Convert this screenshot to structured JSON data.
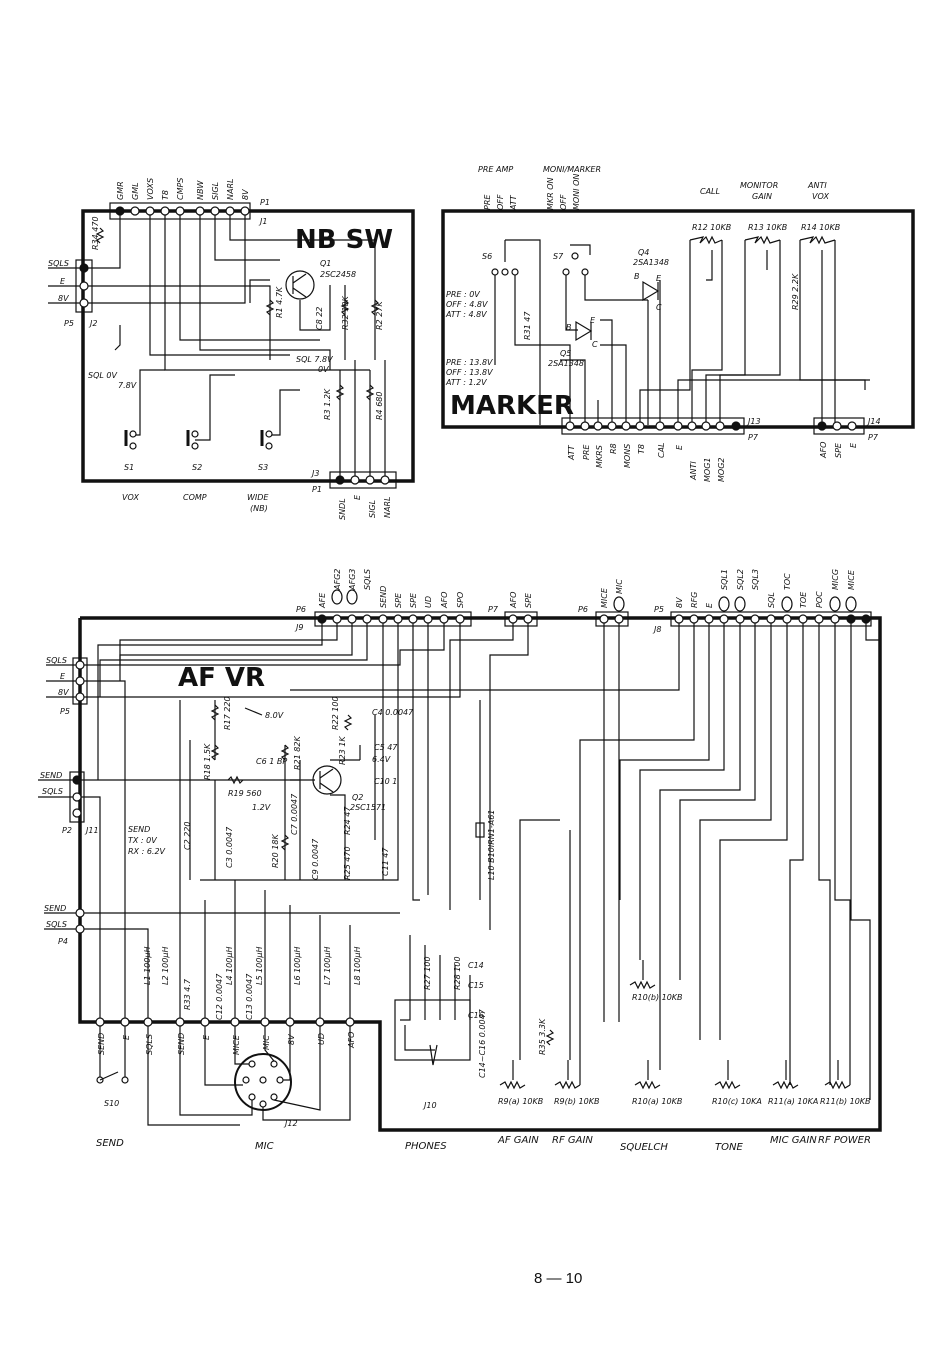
{
  "page_number": "8 — 10",
  "nb_sw": {
    "title": "NB SW",
    "p1_pins": [
      "GMR",
      "GML",
      "VOXS",
      "T8",
      "CMPS",
      "NBW",
      "SIGL",
      "NARL",
      "8V"
    ],
    "p1_label": "P1",
    "j1_label": "J1",
    "p5_label": "P5",
    "j2_label": "J2",
    "left_pins": [
      "SQLS",
      "E",
      "8V"
    ],
    "r34": "R34 470",
    "q1": "Q1",
    "q1_part": "2SC2458",
    "r1": "R1 4.7K",
    "c8": "C8 22",
    "r32": "R32 10K",
    "r2": "R2 27K",
    "sql_ov": "SQL 0V",
    "sql_ov_v": "7.8V",
    "sql_78": "SQL 7.8V",
    "sql_78_v": "0V",
    "r3": "R3 1.2K",
    "r4": "R4 680",
    "switches": [
      "S1",
      "S2",
      "S3"
    ],
    "j3_label": "J3",
    "p1b_label": "P1",
    "bottom_pins": [
      "SNDL",
      "E",
      "SIGL",
      "NARL"
    ],
    "captions": [
      "VOX",
      "COMP",
      "WIDE",
      "(NB)"
    ]
  },
  "marker": {
    "title": "MARKER",
    "top_pre_amp": "PRE AMP",
    "top_moni": "MONI/MARKER",
    "pre_amp_items": [
      "PRE",
      "OFF",
      "ATT"
    ],
    "moni_items": [
      "MKR ON",
      "OFF",
      "MONI ON"
    ],
    "call": "CALL",
    "monitor_gain": [
      "MONITOR",
      "GAIN"
    ],
    "anti_vox": [
      "ANTI",
      "VOX"
    ],
    "r12": "R12 10KB",
    "r13": "R13 10KB",
    "r14": "R14 10KB",
    "s6": "S6",
    "s7": "S7",
    "q4": "Q4",
    "q4_part": "2SA1348",
    "q5": "Q5",
    "q5_part": "2SA1348",
    "r29": "R29 2.2K",
    "r31": "R31 47",
    "volt_a": [
      "PRE : 0V",
      "OFF : 4.8V",
      "ATT : 4.8V"
    ],
    "volt_b": [
      "PRE : 13.8V",
      "OFF : 13.8V",
      "ATT : 1.2V"
    ],
    "b": "B",
    "e": "E",
    "c": "C",
    "bottom_pins": [
      "ATT",
      "PRE",
      "MKRS",
      "R8",
      "MONS",
      "T8",
      "CAL",
      "E",
      "ANTI",
      "MOG1",
      "MOG2"
    ],
    "j13": "J13",
    "p7": "P7",
    "right_pins": [
      "AFO",
      "SPE",
      "E"
    ],
    "j14": "J14",
    "p7b": "P7"
  },
  "af_vr": {
    "title": "AF  VR",
    "p6_pins": [
      "AFE",
      "AFG2",
      "AFG3",
      "SQLS",
      "SEND",
      "SPE",
      "SPE",
      "UD",
      "AFO",
      "SPO"
    ],
    "p6": "P6",
    "j9": "J9",
    "p7_pins": [
      "AFO",
      "SPE"
    ],
    "p7": "P7",
    "p6b_pins": [
      "MICE",
      "MIC"
    ],
    "p6b": "P6",
    "p5_pins": [
      "8V",
      "RFG",
      "E",
      "SQL1",
      "SQL2",
      "SQL3",
      "SQL",
      "TOC",
      "TOE",
      "POC",
      "MICG",
      "MICE"
    ],
    "p5": "P5",
    "j8": "J8",
    "left_top": [
      "SQLS",
      "E",
      "8V"
    ],
    "left_top_label": "P5",
    "left_mid": [
      "SEND",
      "SQLS"
    ],
    "left_mid_label": "P2",
    "j11": "J11",
    "left_bot": [
      "SEND",
      "SQLS"
    ],
    "left_bot_label": "P4",
    "v80": "8.0V",
    "r17": "R17 220",
    "r18": "R18 1.5K",
    "r19": "R19 560",
    "c6": "C6 1 BP",
    "v12": "1.2V",
    "r21": "R21 82K",
    "r22": "R22 100",
    "r23": "R23 1K",
    "c4": "C4 0.0047",
    "c5": "C5 47",
    "v64": "6.4V",
    "c10": "C10 1",
    "q2": "Q2",
    "q2_part": "2SC1571",
    "c2": "C2 220",
    "c3": "C3 0.0047",
    "r20": "R20 18K",
    "c7": "C7 0.0047",
    "c9": "C9 0.0047",
    "r24": "R24 47",
    "r25": "R25 470",
    "c11": "C11 47",
    "l10": "L10 B10IRN1-A61",
    "send_tx": [
      "SEND",
      "TX : 0V",
      "RX : 6.2V"
    ],
    "inductors": [
      "L1 100µH",
      "L2 100µH",
      "L4 100µH",
      "L5 100µH",
      "L6 100µH",
      "L7 100µH",
      "L8 100µH"
    ],
    "r33": "R33 4.7",
    "c12": "C12 0.0047",
    "c13": "C13 0.0047",
    "r27": "R27 100",
    "r28": "R28 100",
    "c14": "C14",
    "c15": "C15",
    "c16": "C16",
    "c14_16": "C14~C16 0.0047",
    "r35": "R35 3.3K",
    "bottom_pins": [
      "SEND",
      "E",
      "SQLS",
      "SEND",
      "E",
      "MICE",
      "MIC",
      "8V",
      "UD",
      "AFO"
    ],
    "s10": "S10",
    "j12": "J12",
    "j10": "J10",
    "pots": [
      "R9(a) 10KB",
      "R9(b) 10KB",
      "R10(a) 10KB",
      "R10(c) 10KA",
      "R11(a) 10KA",
      "R11(b) 10KB"
    ],
    "r10b": "R10(b) 10KB",
    "captions": [
      "SEND",
      "MIC",
      "PHONES",
      "AF GAIN",
      "RF GAIN",
      "SQUELCH",
      "TONE",
      "MIC GAIN",
      "RF POWER"
    ]
  }
}
